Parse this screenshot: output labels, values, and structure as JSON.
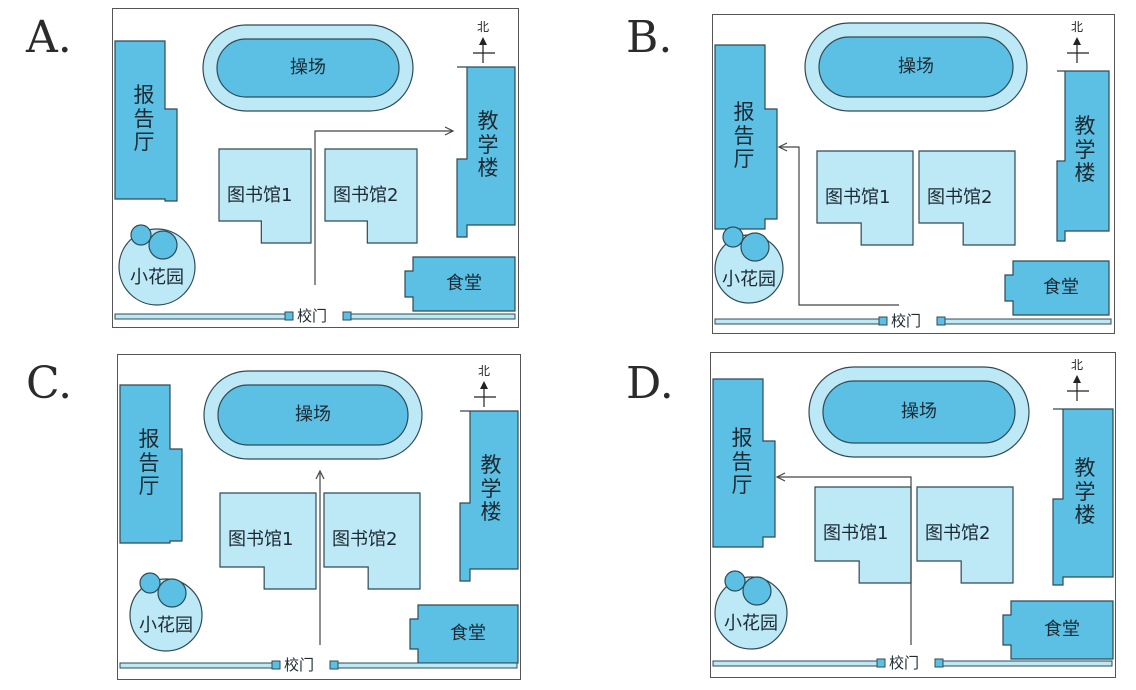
{
  "options": [
    {
      "letter": "A.",
      "route": "A"
    },
    {
      "letter": "B.",
      "route": "B"
    },
    {
      "letter": "C.",
      "route": "C"
    },
    {
      "letter": "D.",
      "route": "D"
    }
  ],
  "labels": {
    "playground": "操场",
    "hall": "报告厅",
    "teaching": "教学楼",
    "lib1": "图书馆1",
    "lib2": "图书馆2",
    "garden": "小花园",
    "canteen": "食堂",
    "gate": "校门",
    "north": "北"
  },
  "colors": {
    "dark_blue": "#5cc0e4",
    "light_blue": "#bde8f6",
    "outline": "#2f4a56",
    "route": "#444444"
  }
}
